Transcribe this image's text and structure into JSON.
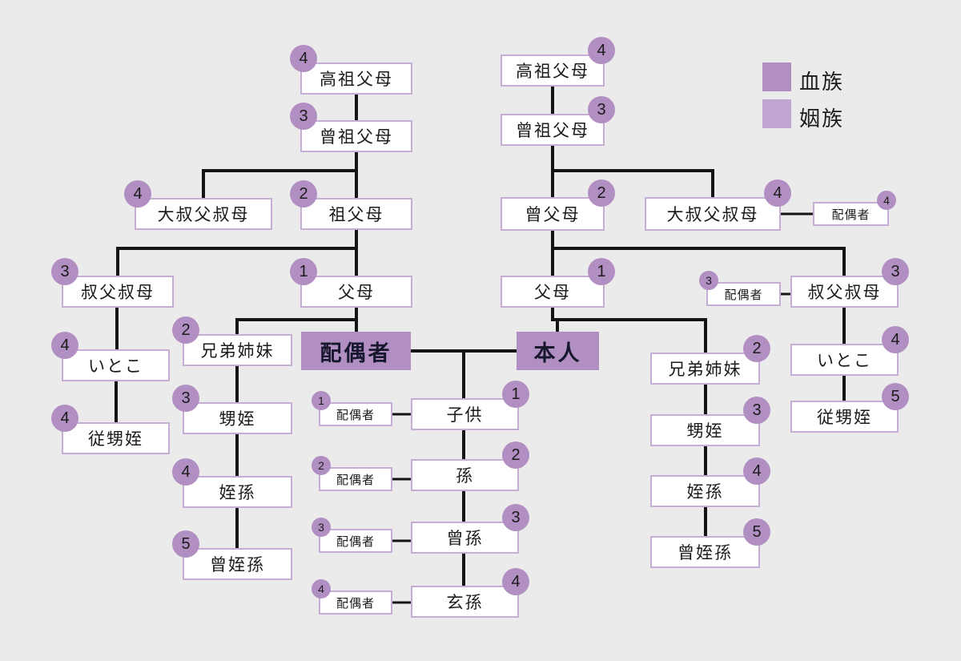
{
  "legend": {
    "blood": "血族",
    "marriage": "姻族"
  },
  "colors": {
    "purple": "#b18fc2",
    "purple_light": "#c2a5d1",
    "box_border": "#c6add4",
    "line": "#141414",
    "background": "#ebebeb"
  },
  "nodes": {
    "il_g4": {
      "label": "高祖父母",
      "degree": "4"
    },
    "il_g3": {
      "label": "曾祖父母",
      "degree": "3"
    },
    "il_granduncle": {
      "label": "大叔父叔母",
      "degree": "4"
    },
    "il_g2": {
      "label": "祖父母",
      "degree": "2"
    },
    "il_uncle": {
      "label": "叔父叔母",
      "degree": "3"
    },
    "il_g1": {
      "label": "父母",
      "degree": "1"
    },
    "spouse": {
      "label": "配偶者"
    },
    "il_sibling": {
      "label": "兄弟姉妹",
      "degree": "2"
    },
    "il_cousin": {
      "label": "いとこ",
      "degree": "4"
    },
    "il_nephew": {
      "label": "甥姪",
      "degree": "3"
    },
    "il_cousin_child": {
      "label": "従甥姪",
      "degree": "4"
    },
    "il_grandnephew": {
      "label": "姪孫",
      "degree": "4"
    },
    "il_ggnephew": {
      "label": "曾姪孫",
      "degree": "5"
    },
    "self": {
      "label": "本人"
    },
    "child": {
      "label": "子供",
      "degree": "1"
    },
    "child_sp": {
      "label": "配偶者",
      "degree": "1"
    },
    "grandchild": {
      "label": "孫",
      "degree": "2"
    },
    "grandchild_sp": {
      "label": "配偶者",
      "degree": "2"
    },
    "ggrandchild": {
      "label": "曾孫",
      "degree": "3"
    },
    "ggrandchild_sp": {
      "label": "配偶者",
      "degree": "3"
    },
    "gggrandchild": {
      "label": "玄孫",
      "degree": "4"
    },
    "gggrandchild_sp": {
      "label": "配偶者",
      "degree": "4"
    },
    "b_g4": {
      "label": "高祖父母",
      "degree": "4"
    },
    "b_g3": {
      "label": "曾祖父母",
      "degree": "3"
    },
    "b_g2": {
      "label": "曾父母",
      "degree": "2"
    },
    "b_granduncle": {
      "label": "大叔父叔母",
      "degree": "4"
    },
    "b_granduncle_sp": {
      "label": "配偶者",
      "degree": "4"
    },
    "b_g1": {
      "label": "父母",
      "degree": "1"
    },
    "b_uncle": {
      "label": "叔父叔母",
      "degree": "3"
    },
    "b_uncle_sp": {
      "label": "配偶者",
      "degree": "3"
    },
    "b_sibling": {
      "label": "兄弟姉妹",
      "degree": "2"
    },
    "b_cousin": {
      "label": "いとこ",
      "degree": "4"
    },
    "b_nephew": {
      "label": "甥姪",
      "degree": "3"
    },
    "b_cousin_child": {
      "label": "従甥姪",
      "degree": "5"
    },
    "b_grandnephew": {
      "label": "姪孫",
      "degree": "4"
    },
    "b_ggnephew": {
      "label": "曾姪孫",
      "degree": "5"
    }
  }
}
